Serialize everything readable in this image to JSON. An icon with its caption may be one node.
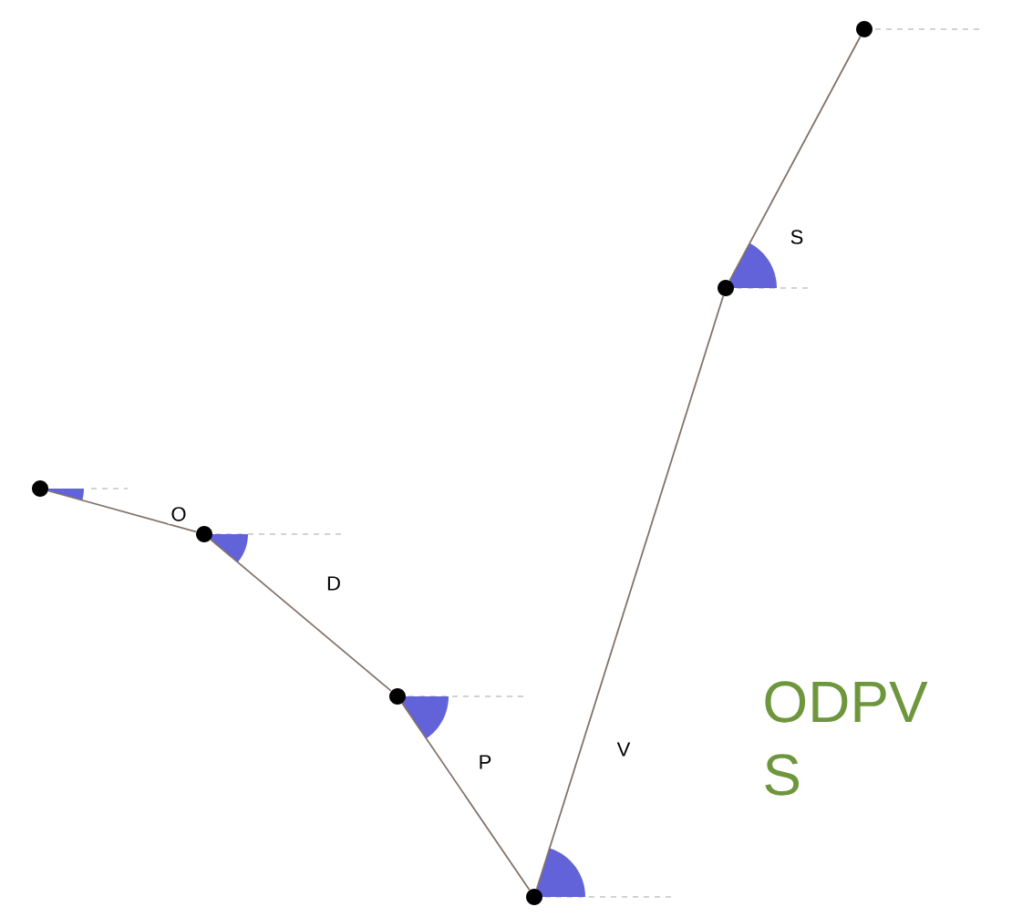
{
  "diagram": {
    "nodes": [
      {
        "text": [],
        "shape": "circle"
      },
      {
        "text": [],
        "shape": "circle"
      },
      {
        "text": [],
        "shape": "circle"
      },
      {
        "text": [],
        "shape": "circle"
      },
      {
        "text": [],
        "shape": "circle"
      },
      {
        "text": [],
        "shape": "circle"
      }
    ],
    "edges": [
      {
        "from": 0,
        "to": 1,
        "arrow": "none",
        "label": "O"
      },
      {
        "from": 1,
        "to": 2,
        "arrow": "none",
        "label": "D"
      },
      {
        "from": 2,
        "to": 3,
        "arrow": "none",
        "label": "P"
      },
      {
        "from": 3,
        "to": 4,
        "arrow": "none",
        "label": "V"
      },
      {
        "from": 4,
        "to": 5,
        "arrow": "none",
        "label": "S"
      }
    ],
    "labels": [
      "ODPV",
      "S"
    ]
  }
}
